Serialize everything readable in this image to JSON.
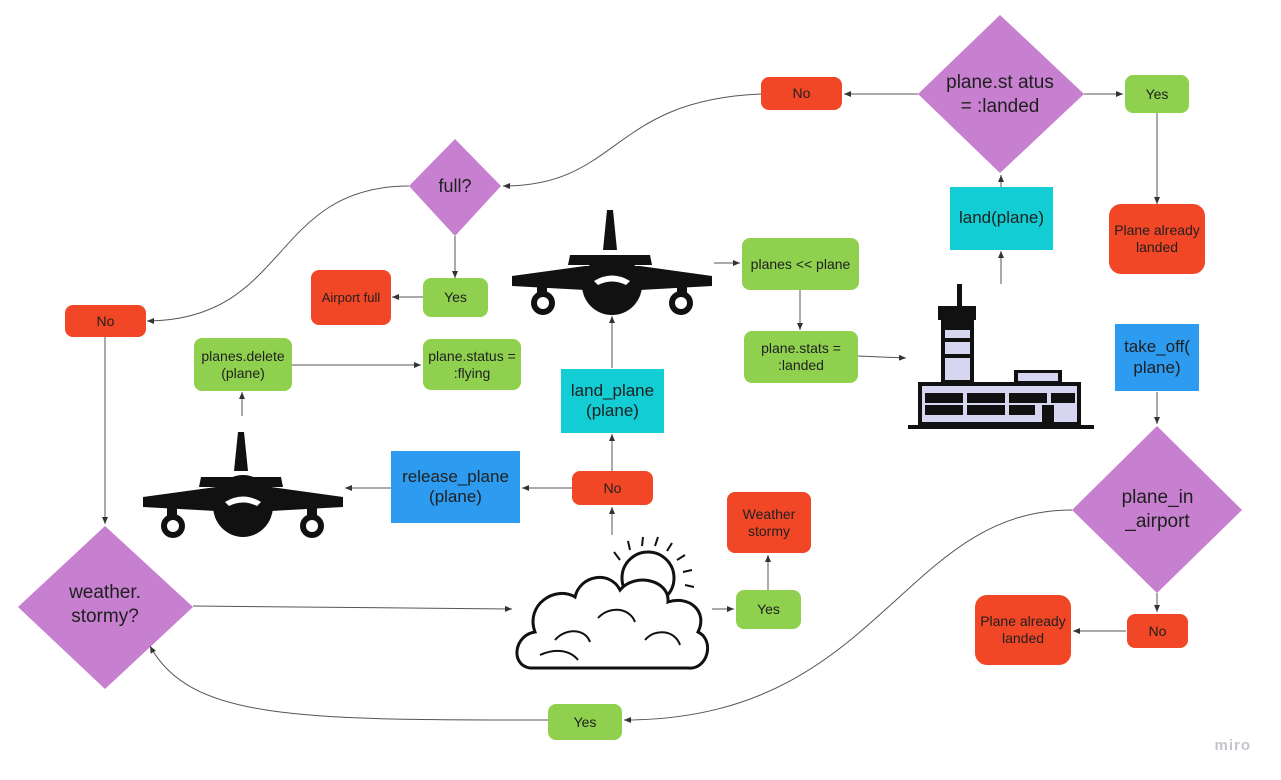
{
  "watermark": "miro",
  "decisions": {
    "landed": "plane.st atus = :landed",
    "full": "full?",
    "stormy": "weather. stormy?",
    "in_airport": "plane_in _airport"
  },
  "labels": {
    "no_top": "No",
    "yes_top": "Yes",
    "plane_already_landed_top": "Plane already landed",
    "land_plane_method": "land(plane)",
    "yes_full": "Yes",
    "airport_full": "Airport full",
    "no_left": "No",
    "planes_push": "planes << plane",
    "plane_stats": "plane.stats = :landed",
    "planes_delete": "planes.delete (plane)",
    "plane_status_flying": "plane.status = :flying",
    "land_plane_call": "land_plane (plane)",
    "take_off": "take_off( plane)",
    "release_plane": "release_plane (plane)",
    "no_mid": "No",
    "weather_stormy": "Weather stormy",
    "yes_weather": "Yes",
    "no_bottom_right": "No",
    "plane_already_landed_bottom": "Plane already landed",
    "yes_bottom": "Yes"
  },
  "colors": {
    "decision": "#c77fcf",
    "process_green": "#8fd14f",
    "terminal_red": "#f24726",
    "action_cyan": "#12cdd4",
    "action_blue": "#2d9bf0"
  },
  "icons": [
    "airplane-icon",
    "airplane-icon",
    "airport-icon",
    "cloud-sun-icon"
  ]
}
